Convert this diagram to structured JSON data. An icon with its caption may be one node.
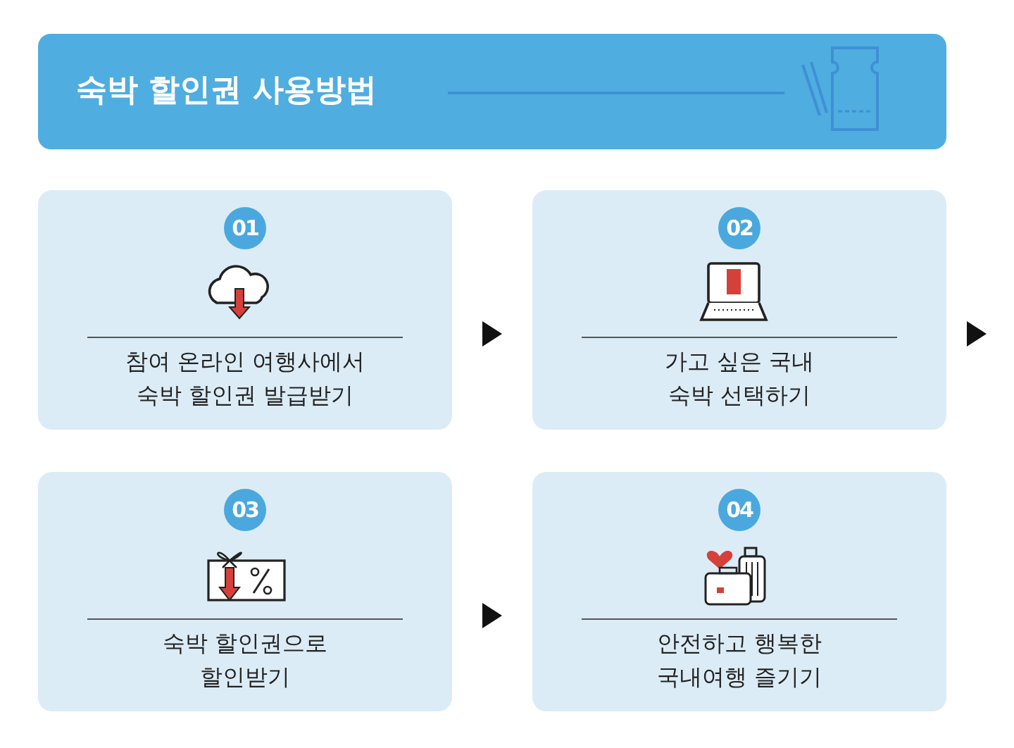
{
  "diagram": {
    "title": "숙박 할인권 사용방법",
    "nodes": [
      {
        "text": [
          "01",
          "참여 온라인 여행사에서 숙박 할인권 발급받기"
        ]
      },
      {
        "text": [
          "02",
          "가고 싶은 국내 숙박 선택하기"
        ]
      },
      {
        "text": [
          "03",
          "숙박 할인권으로 할인받기"
        ]
      },
      {
        "text": [
          "04",
          "안전하고 행복한 국내여행 즐기기"
        ]
      }
    ],
    "edges": [
      {
        "from": 0,
        "to": 1,
        "arrow": "to"
      },
      {
        "from": 1,
        "to": null,
        "arrow": "to"
      },
      {
        "from": 2,
        "to": 3,
        "arrow": "to"
      }
    ]
  }
}
